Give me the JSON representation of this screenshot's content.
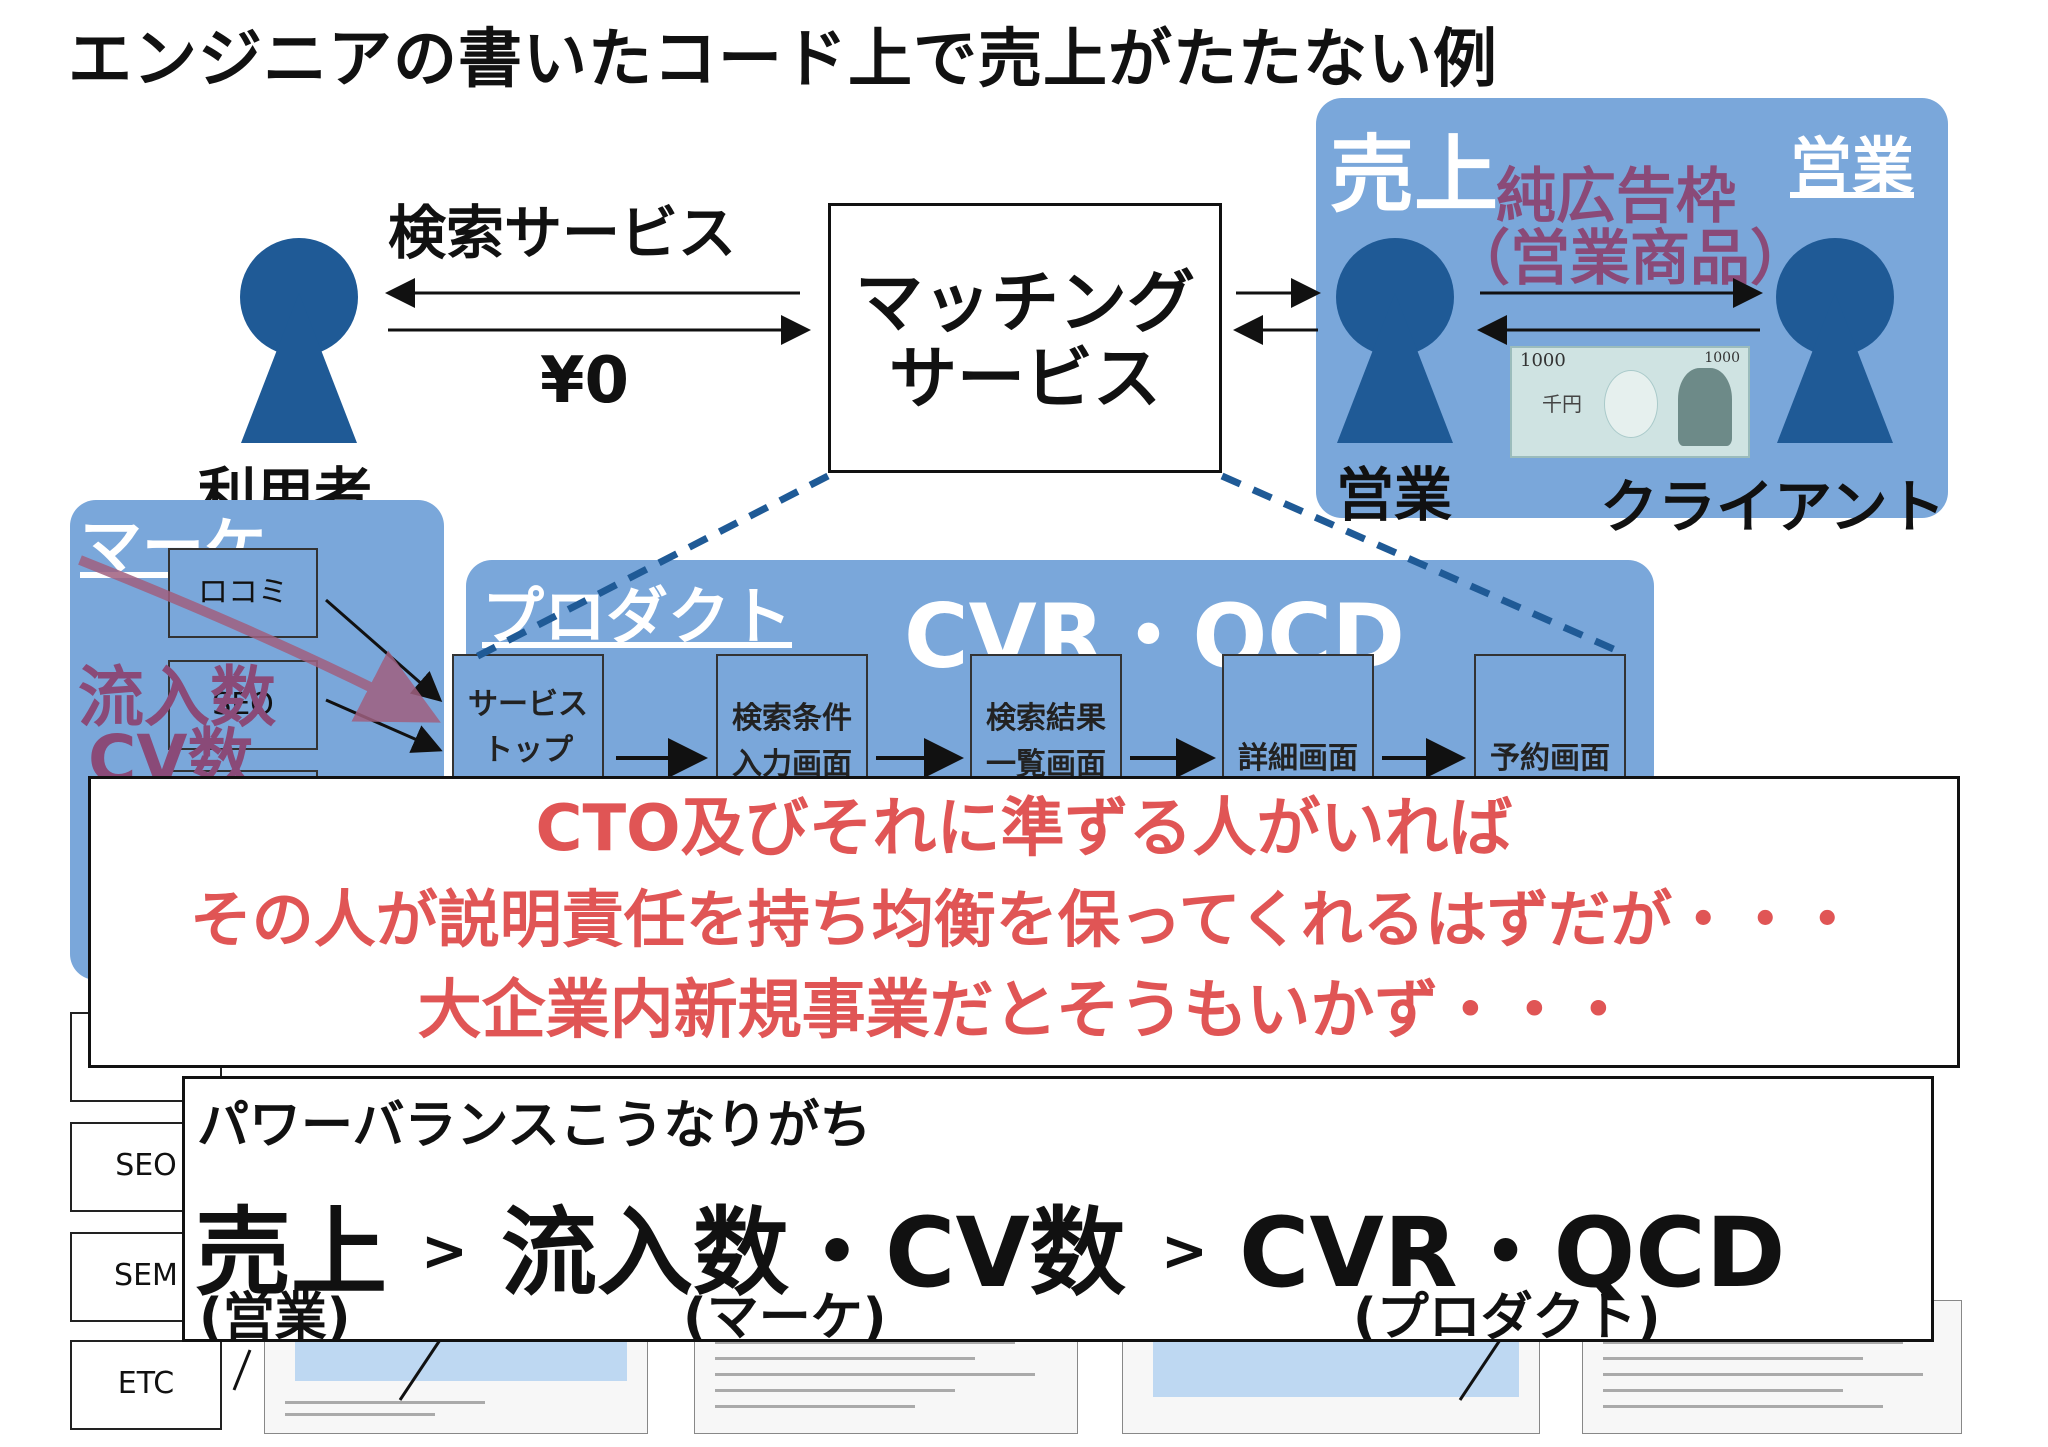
{
  "title": "エンジニアの書いたコード上で売上がたたない例",
  "top_diagram": {
    "search_service": "検索サービス",
    "yen_zero": "¥0",
    "user": "利用者",
    "matching_service": [
      "マッチング",
      "サービス"
    ]
  },
  "sales_panel": {
    "uriage": "売上",
    "eigyo_corner": "営業",
    "product_line1": "純広告枠",
    "product_line2": "（営業商品）",
    "eigyo_person": "営業",
    "client": "クライアント",
    "banknote_value": "1000",
    "banknote_sen": "千円"
  },
  "marketing_panel": {
    "label": "マーケ",
    "kuchikomi": "ロコミ",
    "seo": "SEO",
    "inflow": "流入数",
    "cv": "CV数"
  },
  "product_panel": {
    "label": "プロダクト",
    "metric": "CVR・QCD",
    "steps": [
      {
        "line1": "サービス",
        "line2": "トップ"
      },
      {
        "line1": "検索条件",
        "line2": "入力画面"
      },
      {
        "line1": "検索結果",
        "line2": "一覧画面"
      },
      {
        "line1": "詳細画面",
        "line2": ""
      },
      {
        "line1": "予約画面",
        "line2": ""
      }
    ]
  },
  "bottom_channels": [
    "SEO",
    "SEM",
    "ETC"
  ],
  "callout_red": {
    "line1": "CTO及びそれに準ずる人がいれば",
    "line2": "その人が説明責任を持ち均衡を保ってくれるはずだが・・・",
    "line3": "大企業内新規事業だとそうもいかず・・・"
  },
  "power_balance": {
    "header": "パワーバランスこうなりがち",
    "item1": "売上",
    "item1_sub": "(営業)",
    "gt1": ">",
    "item2": "流入数・CV数",
    "item2_sub": "(マーケ)",
    "gt2": ">",
    "item3": "CVR・QCD",
    "item3_sub": "(プロダクト)"
  },
  "colors": {
    "person_blue": "#1f5a96",
    "panel_blue": "#7aa7da",
    "callout_red": "#e05555",
    "purple_text": "#8a4a78"
  }
}
